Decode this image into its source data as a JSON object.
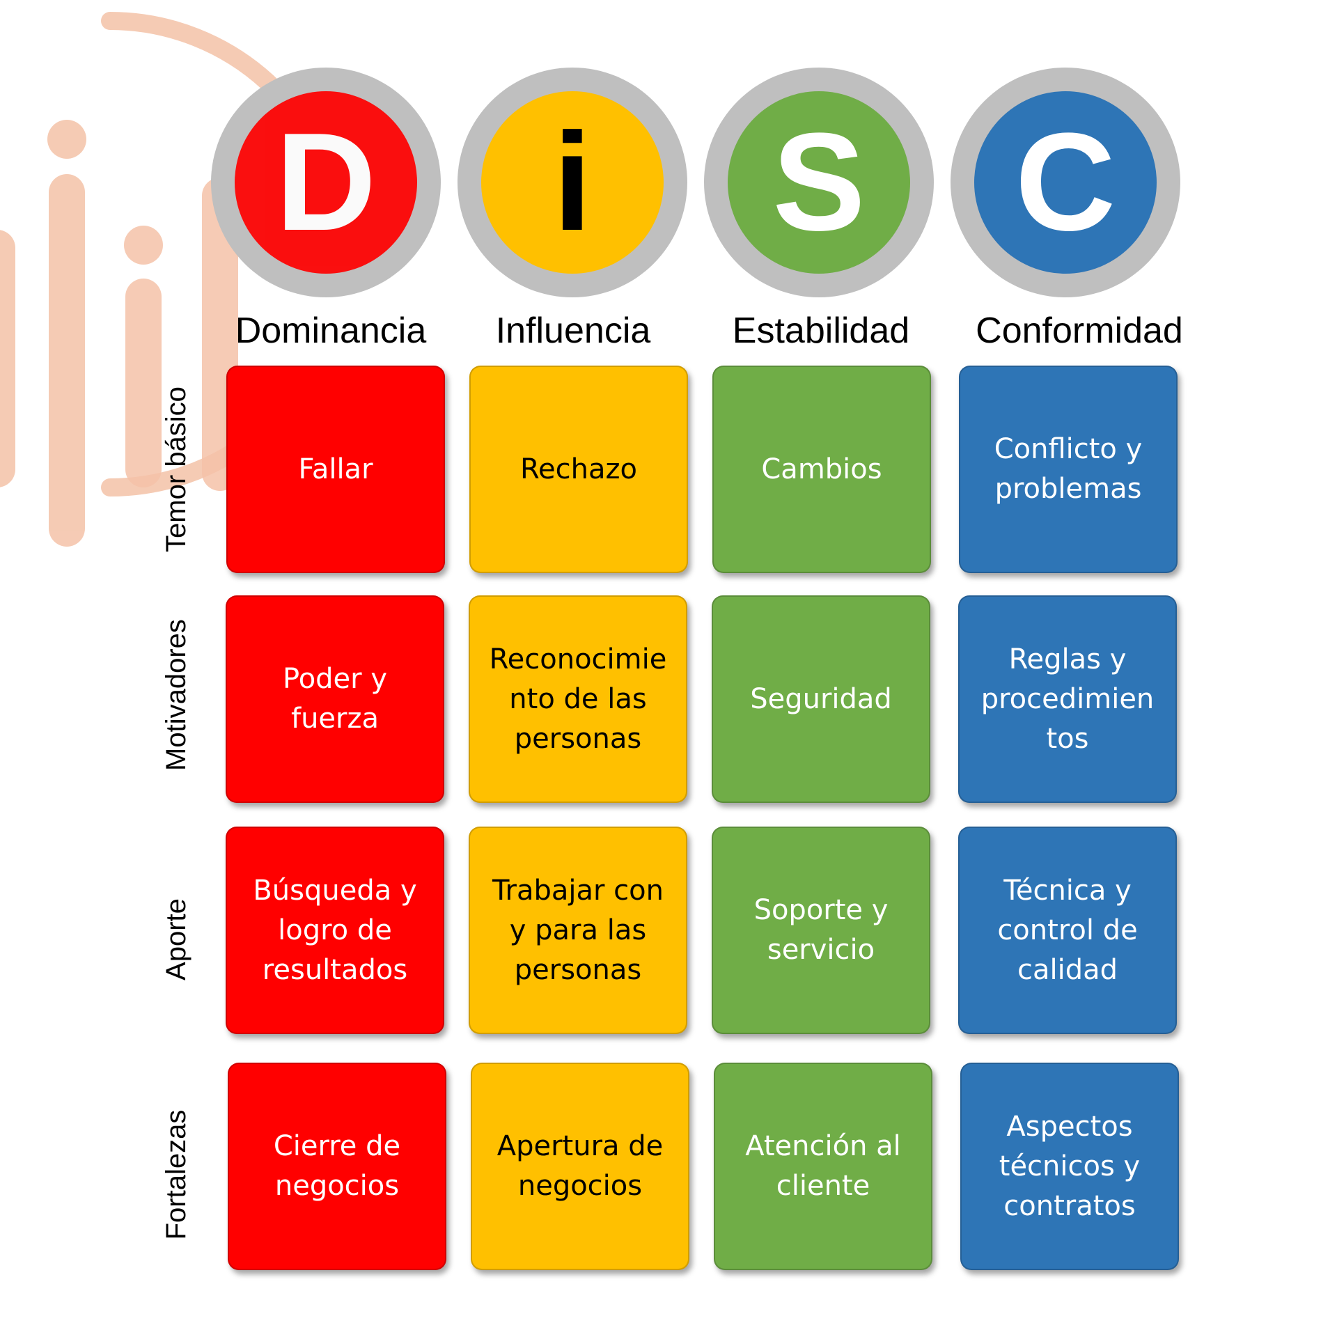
{
  "colors": {
    "D": "#ff0000",
    "i": "#ffc000",
    "S": "#70ad47",
    "C": "#2e75b6",
    "ring": "#bfbfbf",
    "watermark": "#f4c2a8"
  },
  "badges": [
    {
      "letter": "D",
      "color": "#ff0000",
      "text_color": "#ffffff"
    },
    {
      "letter": "i",
      "color": "#ffc000",
      "text_color": "#000000"
    },
    {
      "letter": "S",
      "color": "#70ad47",
      "text_color": "#ffffff"
    },
    {
      "letter": "C",
      "color": "#2e75b6",
      "text_color": "#ffffff"
    }
  ],
  "columns": [
    "Dominancia",
    "Influencia",
    "Estabilidad",
    "Conformidad"
  ],
  "rows": [
    "Temor básico",
    "Motivadores",
    "Aporte",
    "Fortalezas"
  ],
  "cells": [
    [
      "Fallar",
      "Rechazo",
      "Cambios",
      "Conflicto y\nproblemas"
    ],
    [
      "Poder y\nfuerza",
      "Reconocimie\nnto de las\npersonas",
      "Seguridad",
      "Reglas y\nprocedimien\ntos"
    ],
    [
      "Búsqueda y\nlogro de\nresultados",
      "Trabajar con\ny para las\npersonas",
      "Soporte y\nservicio",
      "Técnica y\ncontrol de\ncalidad"
    ],
    [
      "Cierre de\nnegocios",
      "Apertura de\nnegocios",
      "Atención al\ncliente",
      "Aspectos\ntécnicos y\ncontratos"
    ]
  ]
}
